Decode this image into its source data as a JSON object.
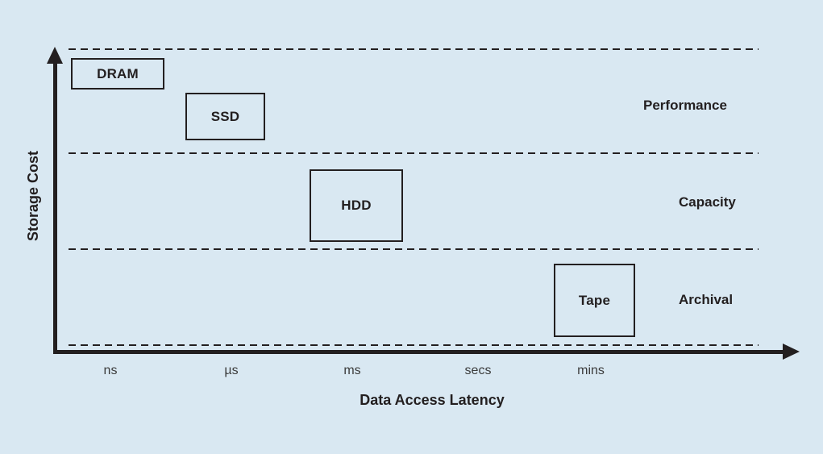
{
  "colors": {
    "background": "#d9e8f2",
    "ink": "#231f20",
    "tick_text": "#3b3b3b"
  },
  "chart": {
    "type": "conceptual-tier-diagram",
    "y_axis_label": "Storage Cost",
    "x_axis_label": "Data Access Latency",
    "ticks": [
      "ns",
      "µs",
      "ms",
      "secs",
      "mins"
    ],
    "tiers": [
      {
        "label": "Performance"
      },
      {
        "label": "Capacity"
      },
      {
        "label": "Archival"
      }
    ],
    "devices": [
      {
        "label": "DRAM",
        "tier": "Performance",
        "latency": "ns"
      },
      {
        "label": "SSD",
        "tier": "Performance",
        "latency": "µs"
      },
      {
        "label": "HDD",
        "tier": "Capacity",
        "latency": "ms"
      },
      {
        "label": "Tape",
        "tier": "Archival",
        "latency": "mins"
      }
    ]
  }
}
